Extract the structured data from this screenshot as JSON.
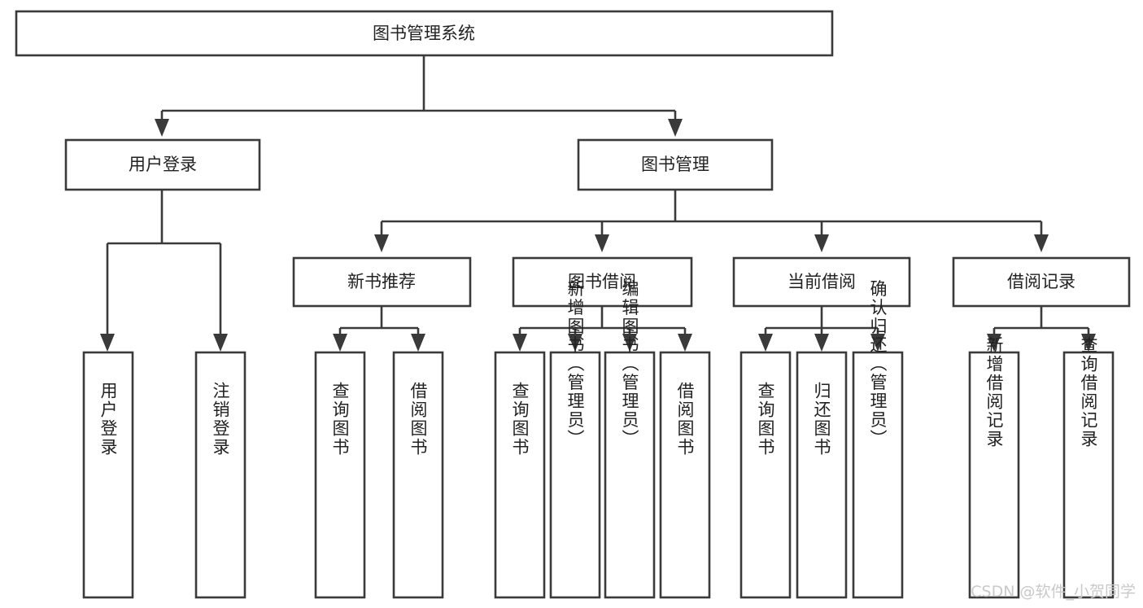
{
  "diagram": {
    "title": "图书管理系统",
    "type": "tree",
    "orientation": "top-down",
    "colors": {
      "box_fill": "#ffffff",
      "box_stroke": "#3a3a3a",
      "text": "#222222",
      "background": "#ffffff",
      "watermark": "#c9c9c9"
    },
    "levels": [
      {
        "level": 1,
        "nodes": [
          {
            "id": "root",
            "label": "图书管理系统",
            "orientation": "horizontal"
          }
        ]
      },
      {
        "level": 2,
        "nodes": [
          {
            "id": "login",
            "label": "用户登录",
            "orientation": "horizontal",
            "parent": "root"
          },
          {
            "id": "bookmgmt",
            "label": "图书管理",
            "orientation": "horizontal",
            "parent": "root"
          }
        ]
      },
      {
        "level": 3,
        "nodes": [
          {
            "id": "newbook",
            "label": "新书推荐",
            "orientation": "horizontal",
            "parent": "bookmgmt"
          },
          {
            "id": "borrow",
            "label": "图书借阅",
            "orientation": "horizontal",
            "parent": "bookmgmt"
          },
          {
            "id": "current",
            "label": "当前借阅",
            "orientation": "horizontal",
            "parent": "bookmgmt"
          },
          {
            "id": "record",
            "label": "借阅记录",
            "orientation": "horizontal",
            "parent": "bookmgmt"
          }
        ]
      },
      {
        "level": 4,
        "nodes": [
          {
            "id": "leaf1",
            "label": "用户登录",
            "orientation": "vertical",
            "parent": "login"
          },
          {
            "id": "leaf2",
            "label": "注销登录",
            "orientation": "vertical",
            "parent": "login"
          },
          {
            "id": "leaf3",
            "label": "查询图书",
            "orientation": "vertical",
            "parent": "newbook"
          },
          {
            "id": "leaf4",
            "label": "借阅图书",
            "orientation": "vertical",
            "parent": "newbook"
          },
          {
            "id": "leaf5",
            "label": "查询图书",
            "orientation": "vertical",
            "parent": "borrow"
          },
          {
            "id": "leaf6",
            "label": "新增图书（管理员）",
            "orientation": "vertical",
            "parent": "borrow"
          },
          {
            "id": "leaf7",
            "label": "编辑图书（管理员）",
            "orientation": "vertical",
            "parent": "borrow"
          },
          {
            "id": "leaf8",
            "label": "借阅图书",
            "orientation": "vertical",
            "parent": "borrow"
          },
          {
            "id": "leaf9",
            "label": "查询图书",
            "orientation": "vertical",
            "parent": "current"
          },
          {
            "id": "leaf10",
            "label": "归还图书",
            "orientation": "vertical",
            "parent": "current"
          },
          {
            "id": "leaf11",
            "label": "确认归还（管理员）",
            "orientation": "vertical",
            "parent": "current"
          },
          {
            "id": "leaf12",
            "label": "新增借阅记录",
            "orientation": "vertical",
            "parent": "record"
          },
          {
            "id": "leaf13",
            "label": "查询借阅记录",
            "orientation": "vertical",
            "parent": "record"
          }
        ]
      }
    ]
  },
  "watermark": {
    "text": "CSDN @软件_小贺同学"
  }
}
